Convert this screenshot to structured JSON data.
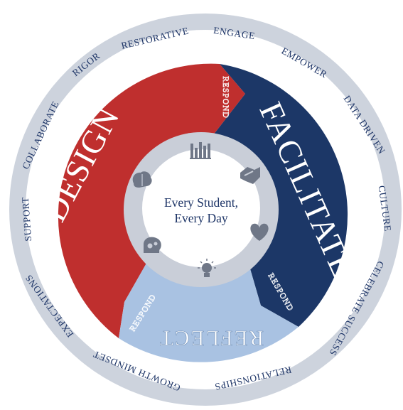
{
  "center": {
    "line1": "Every Student,",
    "line2": "Every Day"
  },
  "stages": {
    "design": "DESIGN",
    "facilitate": "FACILITATE",
    "reflect": "REFLECT",
    "respond_1": "RESPOND",
    "respond_2": "RESPOND",
    "respond_3": "RESPOND"
  },
  "ring_words": {
    "restorative": "RESTORATIVE",
    "engage": "ENGAGE",
    "empower": "EMPOWER",
    "data_driven": "DATA DRIVEN",
    "culture": "CULTURE",
    "celebrate_success": "CELEBRATE SUCCESS",
    "relationships": "RELATIONSHIPS",
    "growth_mindset": "GROWTH MINDSET",
    "expectations": "EXPECTATIONS",
    "support": "SUPPORT",
    "collaborate": "COLLABORATE",
    "rigor": "RIGOR"
  },
  "icons": [
    "bar-chart-icon",
    "handshake-icon",
    "heart-icon",
    "lightbulb-icon",
    "gears-head-icon",
    "brain-icon"
  ],
  "colors": {
    "outer_ring": "#cdd3dd",
    "design_red": "#bf2f2e",
    "facilitate_navy": "#1c3767",
    "reflect_light_blue": "#a9c2e2",
    "inner_ring": "#c9ced8",
    "text_navy": "#1e3567"
  }
}
